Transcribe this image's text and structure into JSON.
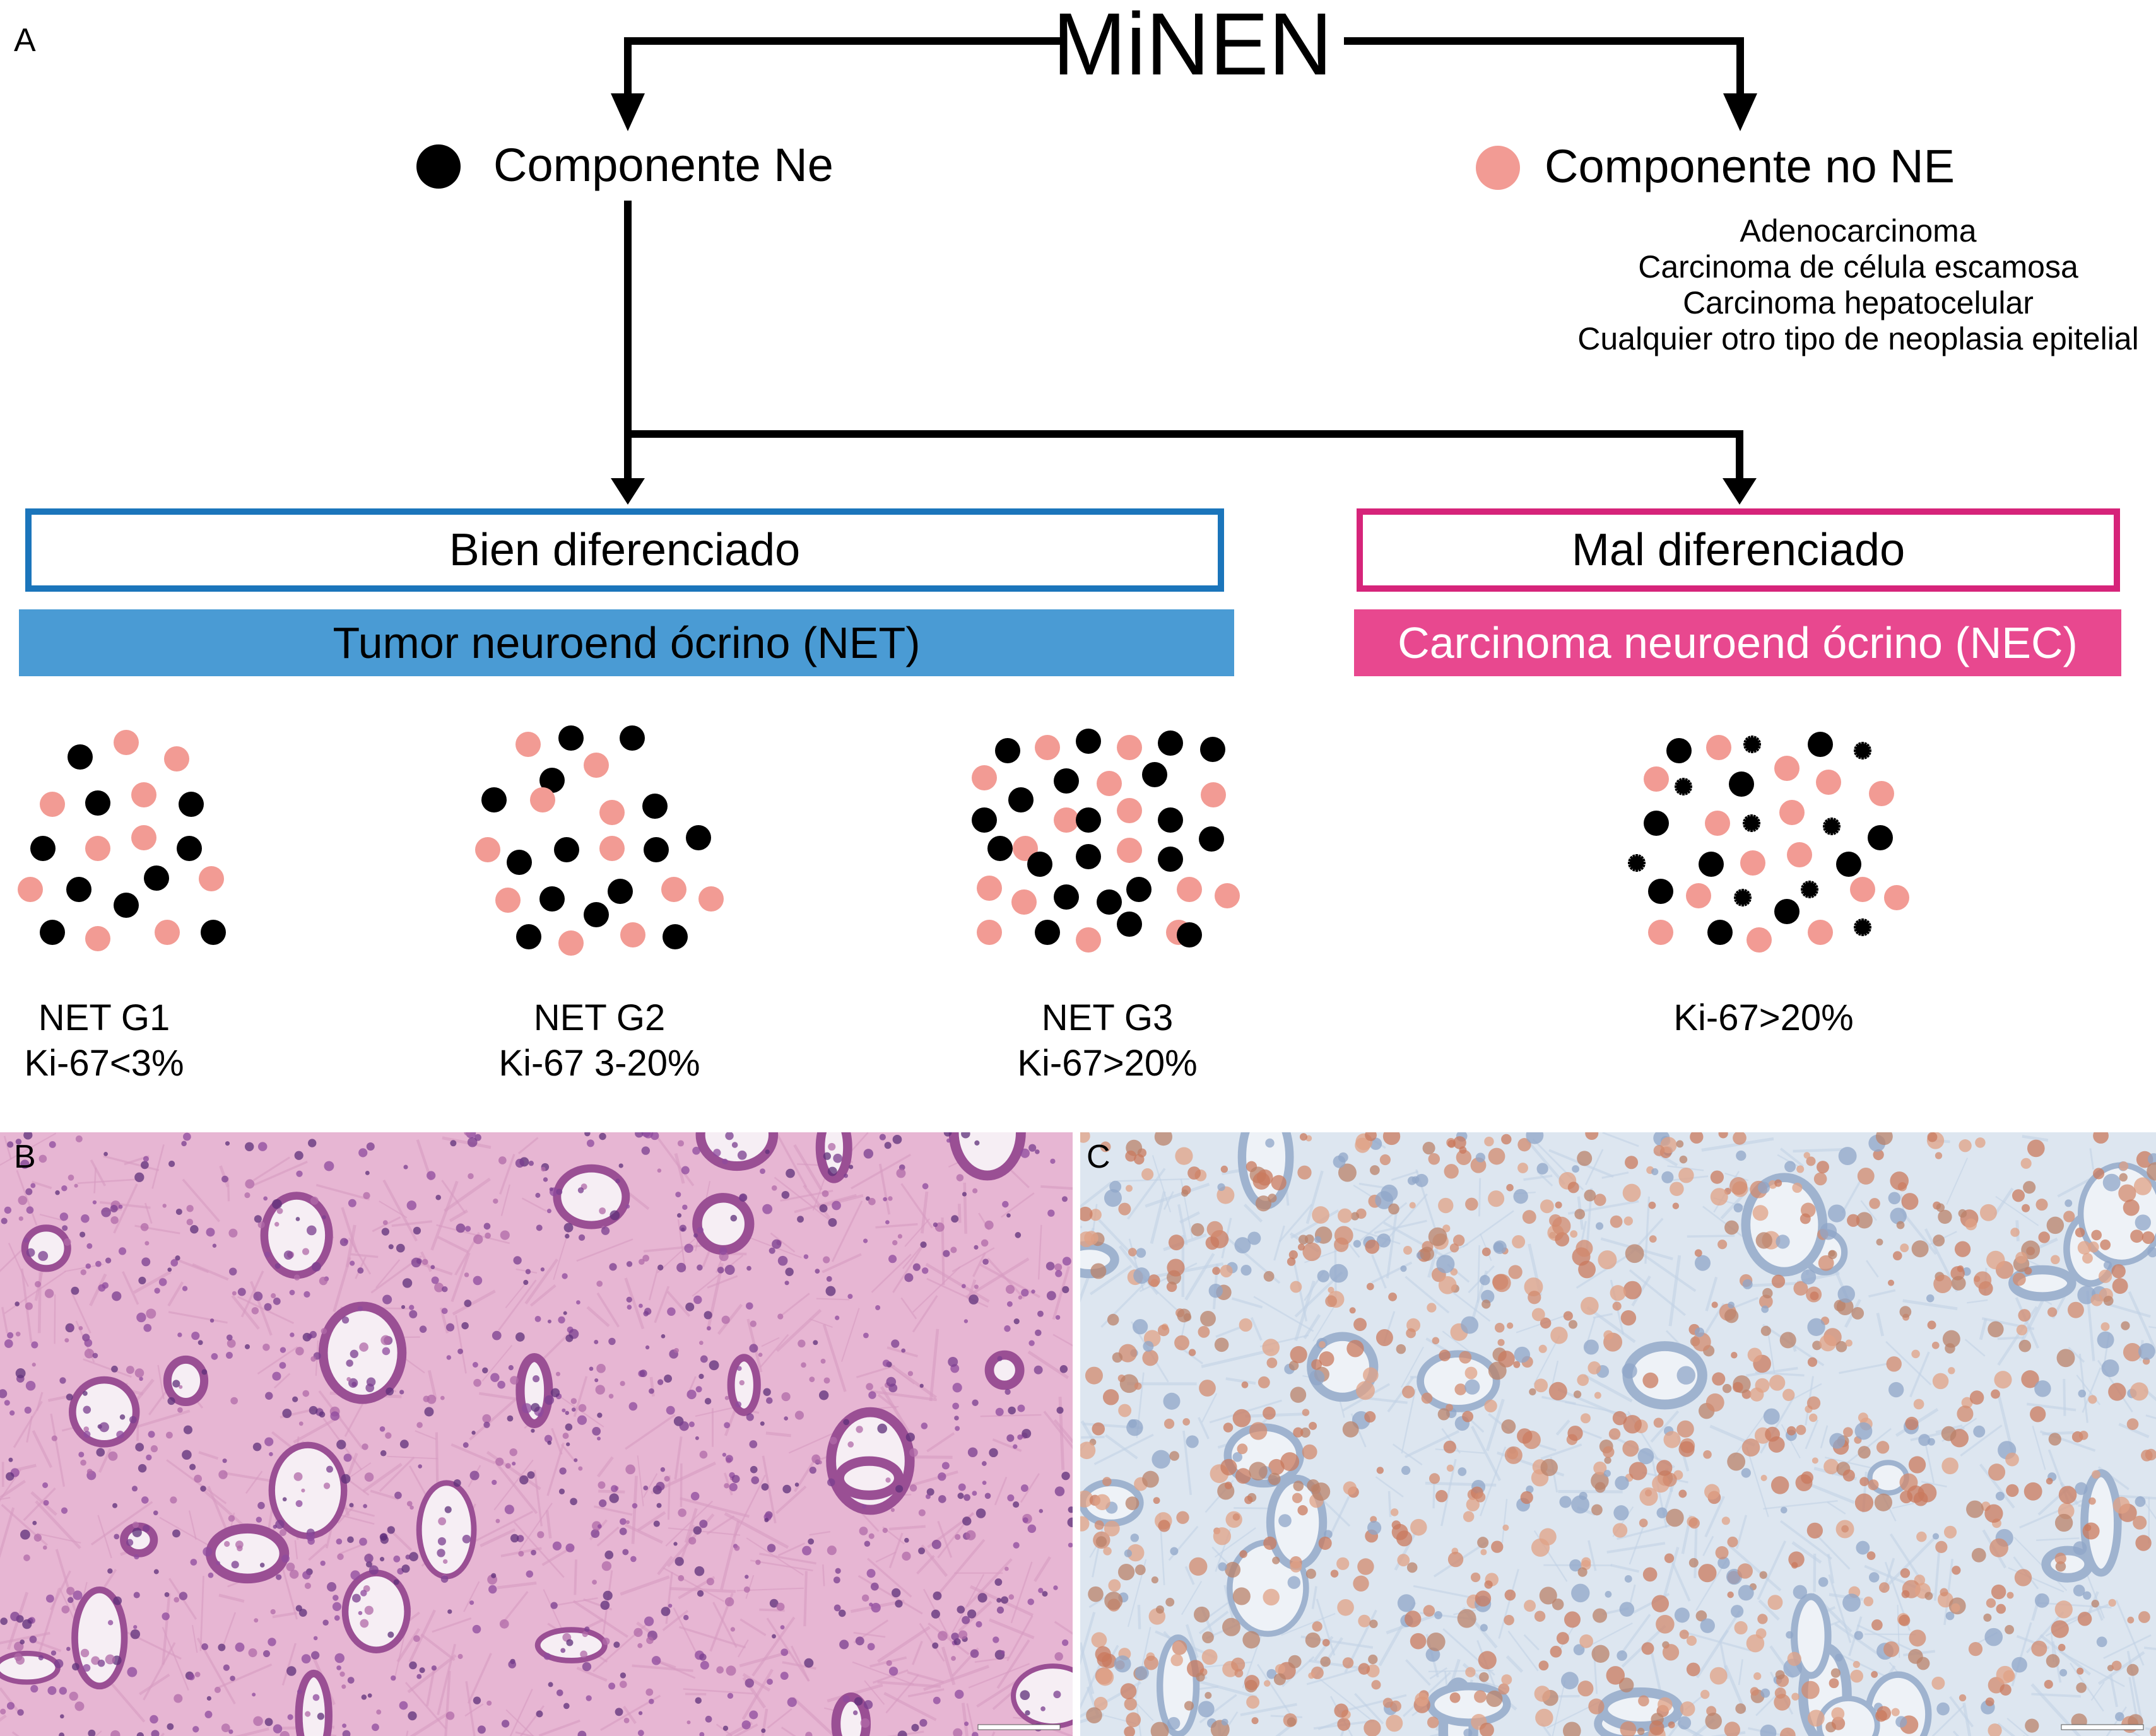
{
  "panels": {
    "a": "A",
    "b": "B",
    "c": "C"
  },
  "title": "MiNEN",
  "components": {
    "ne_label": "Componente Ne",
    "non_ne_label": "Componente no NE",
    "non_ne_types": [
      "Adenocarcinoma",
      "Carcinoma de célula escamosa",
      "Carcinoma hepatocelular",
      "Cualquier otro tipo de neoplasia epitelial"
    ]
  },
  "well_differentiated": {
    "label": "Bien diferenciado",
    "category": "Tumor neuroend ócrino (NET)",
    "border_color": "#1b75bb",
    "bar_color": "#4a9bd4"
  },
  "poorly_differentiated": {
    "label": "Mal diferenciado",
    "category": "Carcinoma neuroend ócrino (NEC)",
    "border_color": "#d6247a",
    "bar_color": "#e8488f"
  },
  "grades": [
    {
      "name": "NET G1",
      "ki67": "Ki-67<3%"
    },
    {
      "name": "NET G2",
      "ki67": "Ki-67 3-20%"
    },
    {
      "name": "NET G3",
      "ki67": "Ki-67>20%"
    },
    {
      "name": "",
      "ki67": "Ki-67>20%"
    }
  ],
  "colors": {
    "ne_dot": "#000000",
    "non_ne_dot": "#f29b94",
    "arrow": "#000000"
  },
  "histology": {
    "b": {
      "stain": "H&E",
      "base_color": "#e7b6d3"
    },
    "c": {
      "stain": "immunohistochemistry",
      "base_color": "#dde6f0"
    }
  }
}
